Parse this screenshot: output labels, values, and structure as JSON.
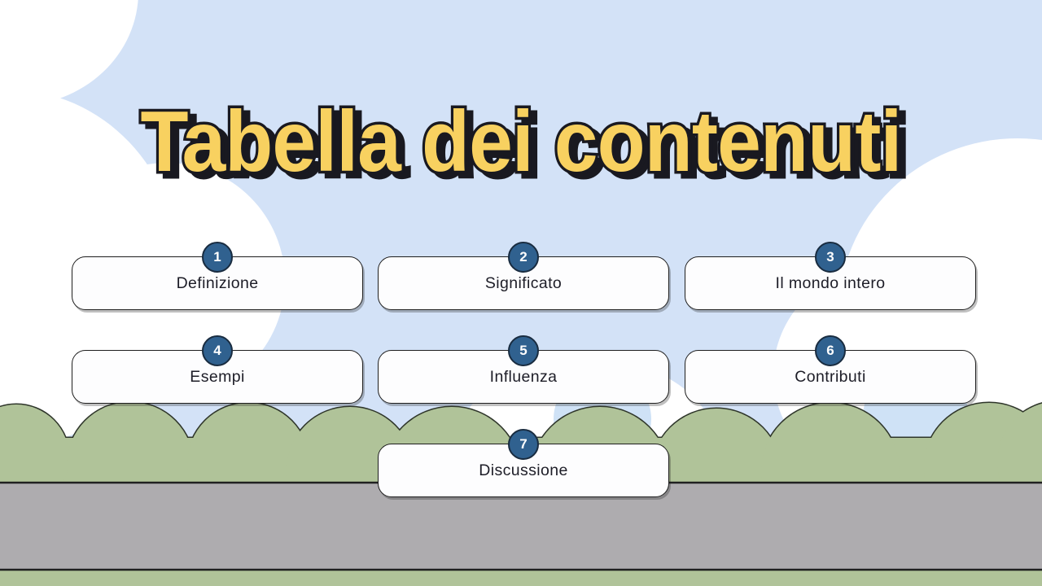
{
  "slide": {
    "title": "Tabella dei contenuti"
  },
  "items": [
    {
      "number": "1",
      "label": "Definizione"
    },
    {
      "number": "2",
      "label": "Significato"
    },
    {
      "number": "3",
      "label": "Il mondo intero"
    },
    {
      "number": "4",
      "label": "Esempi"
    },
    {
      "number": "5",
      "label": "Influenza"
    },
    {
      "number": "6",
      "label": "Contributi"
    },
    {
      "number": "7",
      "label": "Discussione"
    }
  ],
  "colors": {
    "sky": "#d3e2f7",
    "cloud": "#ffffff",
    "cloud_accent": "#cfe2f6",
    "title_fill": "#f8d160",
    "title_outline": "#191920",
    "box_bg": "#fdfdfe",
    "box_border": "#1e1e1e",
    "box_text": "#1d1d27",
    "badge_bg": "#30618f",
    "badge_border": "#192c40",
    "badge_text": "#ffffff",
    "bush": "#b0c399",
    "bush_outline": "#2e352a",
    "road": "#aeacaf",
    "road_border": "#202020",
    "grass_strip": "#b0c399"
  }
}
